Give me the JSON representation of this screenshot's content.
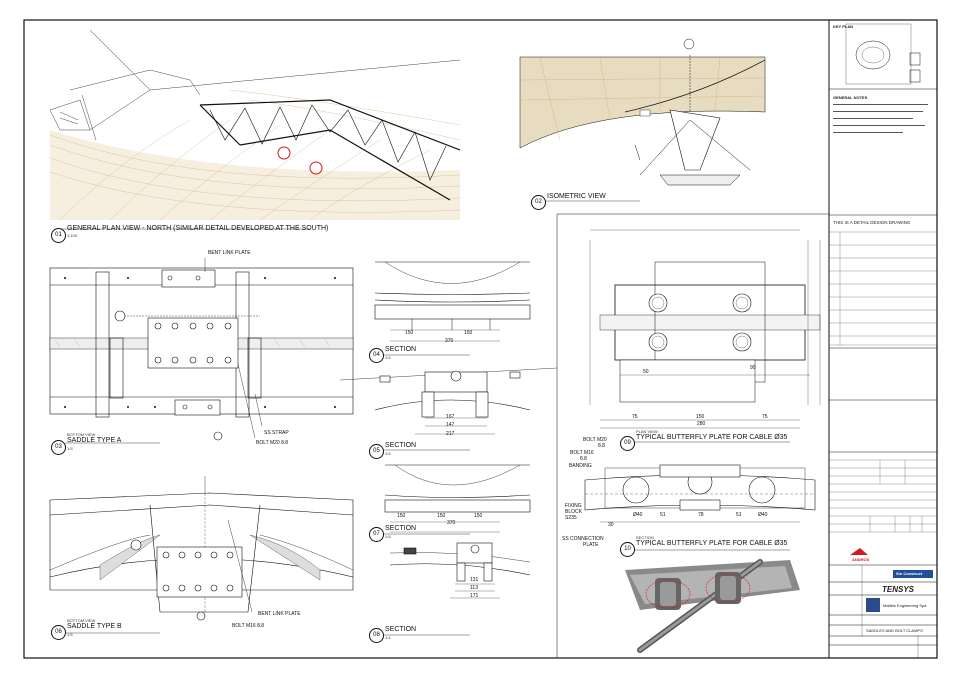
{
  "views": {
    "v01": {
      "num": "01",
      "title": "GENERAL PLAN VIEW - NORTH (SIMILAR DETAIL DEVELOPED AT THE SOUTH)",
      "scale": "1:100"
    },
    "v02": {
      "num": "02",
      "title": "ISOMETRIC VIEW"
    },
    "v03": {
      "num": "03",
      "pre": "BOTTOM VIEW",
      "title": "SADDLE TYPE A",
      "scale": "1:5"
    },
    "v04": {
      "num": "04",
      "title": "SECTION",
      "scale": "1:5"
    },
    "v05": {
      "num": "05",
      "title": "SECTION",
      "scale": "1:5"
    },
    "v06": {
      "num": "06",
      "pre": "BOTTOM VIEW",
      "title": "SADDLE TYPE B",
      "scale": "1:5"
    },
    "v07": {
      "num": "07",
      "title": "SECTION",
      "scale": "1:5"
    },
    "v08": {
      "num": "08",
      "title": "SECTION",
      "scale": "1:4"
    },
    "v09": {
      "num": "09",
      "pre": "PLAN VIEW",
      "title": "TYPICAL BUTTERFLY PLATE FOR CABLE Ø35"
    },
    "v10": {
      "num": "10",
      "pre": "SECTION",
      "title": "TYPICAL BUTTERFLY PLATE FOR CABLE Ø35"
    }
  },
  "annotations": {
    "bent_link_plate": "BENT LINK PLATE",
    "ss_strap": "SS STRAP",
    "bolt_m20": "BOLT M20 8.8",
    "bolt_m16": "BOLT M16 8.8",
    "bolt_m20_top": "BOLT M20",
    "bolt_m20_top2": "8.8",
    "bolt_m16_a": "BOLT M16",
    "bolt_m16_b": "8.8",
    "banding": "BANDING",
    "fixing_block": "FIXING",
    "fixing_block2": "BLOCK",
    "fixing_block3": "S235",
    "ss_connection": "SS CONNECTION",
    "ss_connection2": "PLATE"
  },
  "dims": {
    "d04": [
      "150",
      "150",
      "370"
    ],
    "d05": [
      "167",
      "147",
      "217"
    ],
    "d07": [
      "150",
      "150",
      "150",
      "370"
    ],
    "d08": [
      "131",
      "113",
      "171"
    ],
    "d09_bottom": [
      "75",
      "150",
      "75",
      "280"
    ],
    "d09_top": [
      "50",
      "90"
    ],
    "d10": [
      "Ø40",
      "51",
      "78",
      "51",
      "Ø40",
      "30"
    ]
  },
  "titleblock": {
    "key_plan": "KEY PLAN",
    "general_notes": "GENERAL NOTES",
    "design_label": "THIS IS A DETAIL DESIGN DRAWING",
    "client_logo": "ANDROS",
    "logo_contractor": "Sin Construct",
    "logo_tensys": "TENSYS",
    "logo_maffeis": "Maffeis Engineering Spa",
    "project_desc": "SADDLES AND BOLT CLAMPS"
  },
  "colors": {
    "line": "#111111",
    "tan": "#e8dcc0",
    "mesh": "#c8a36b",
    "red": "#d11a1a"
  }
}
